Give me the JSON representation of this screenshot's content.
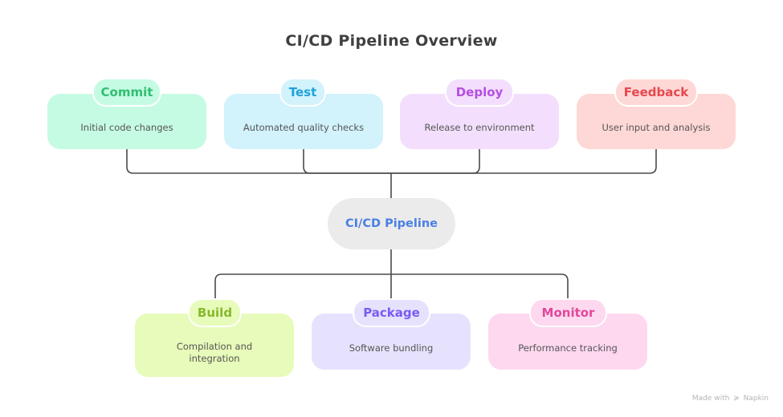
{
  "title": "CI/CD Pipeline Overview",
  "center": {
    "label": "CI/CD Pipeline",
    "color": "#4a7fe3",
    "bg": "#ebebeb"
  },
  "top_nodes": [
    {
      "label": "Commit",
      "description": "Initial code changes",
      "label_color": "#2fbf71",
      "bg": "#c6fbe3"
    },
    {
      "label": "Test",
      "description": "Automated quality checks",
      "label_color": "#1ea3d9",
      "bg": "#d2f2fc"
    },
    {
      "label": "Deploy",
      "description": "Release to environment",
      "label_color": "#b54ee0",
      "bg": "#f3dffd"
    },
    {
      "label": "Feedback",
      "description": "User input and analysis",
      "label_color": "#e5484d",
      "bg": "#fed8d6"
    }
  ],
  "bottom_nodes": [
    {
      "label": "Build",
      "description_lines": [
        "Compilation and",
        "integration"
      ],
      "label_color": "#86b82c",
      "bg": "#e7fbba"
    },
    {
      "label": "Package",
      "description_lines": [
        "Software bundling"
      ],
      "label_color": "#7a5bf0",
      "bg": "#e6e2fe"
    },
    {
      "label": "Monitor",
      "description_lines": [
        "Performance tracking"
      ],
      "label_color": "#e0489b",
      "bg": "#fed8ef"
    }
  ],
  "footer": {
    "prefix": "Made with",
    "brand": "Napkin",
    "logo_icon": "napkin-logo-icon"
  }
}
